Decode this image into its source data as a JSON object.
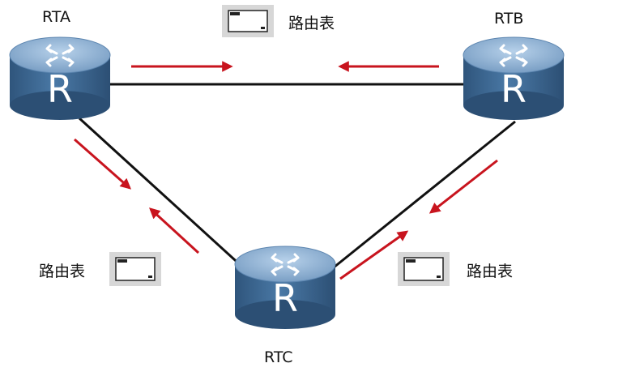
{
  "routers": [
    {
      "id": "RTA",
      "name": "RTA",
      "badge": "R"
    },
    {
      "id": "RTB",
      "name": "RTB",
      "badge": "R"
    },
    {
      "id": "RTC",
      "name": "RTC",
      "badge": "R"
    }
  ],
  "links": [
    {
      "from": "RTA",
      "to": "RTB"
    },
    {
      "from": "RTA",
      "to": "RTC"
    },
    {
      "from": "RTB",
      "to": "RTC"
    }
  ],
  "routing_tables": [
    {
      "label": "路由表"
    },
    {
      "label": "路由表"
    },
    {
      "label": "路由表"
    }
  ],
  "colors": {
    "arrow": "#c8141e",
    "link": "#111111",
    "router_body": "#3e6a95",
    "router_top": "#8fb3d8",
    "panel_bg": "#d7d7d7"
  }
}
